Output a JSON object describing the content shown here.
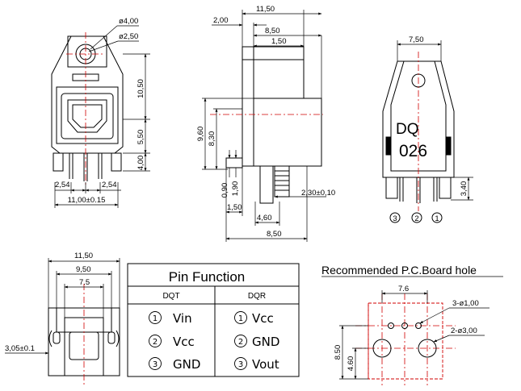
{
  "colors": {
    "line": "#000000",
    "center": "#d00000",
    "board": "#d00000"
  },
  "front_view": {
    "dim_hole_outer": "ø4,00",
    "dim_hole_inner": "ø2,50",
    "dim_height_upper": "10,50",
    "dim_height_lower": "5,50",
    "dim_leg": "4,00",
    "dim_pin_left": "2,54",
    "dim_pin_right": "2,54",
    "dim_width": "11,00±0.15"
  },
  "side_view": {
    "dim_total_depth": "11,50",
    "dim_flange": "2,00",
    "dim_body_depth": "8,50",
    "dim_front_step": "1,50",
    "dim_height": "9,60",
    "dim_body_height": "8,30",
    "dim_pin_a": "0,90",
    "dim_pin_b": "1,90",
    "dim_pin_pitch": "2,30±0,10",
    "dim_bottom_1": "1,50",
    "dim_bottom_2": "4,60",
    "dim_bottom_3": "8,50"
  },
  "rear_view": {
    "dim_width": "7,50",
    "dim_pin_len": "3,40",
    "marking_line1": "DQ",
    "marking_line2": "026",
    "pin_labels": [
      "3",
      "2",
      "1"
    ]
  },
  "bottom_view": {
    "dim_outer": "11,50",
    "dim_mid": "9,50",
    "dim_inner": "7.5",
    "dim_height": "3,05±0.1"
  },
  "pin_function": {
    "title": "Pin Function",
    "columns": [
      "DQT",
      "DQR"
    ],
    "rows": [
      {
        "n1": "1",
        "dqt": "Vin",
        "n2": "1",
        "dqr": "Vcc"
      },
      {
        "n1": "2",
        "dqt": "Vcc",
        "n2": "2",
        "dqr": "GND"
      },
      {
        "n1": "3",
        "dqt": "GND",
        "n2": "3",
        "dqr": "Vout"
      }
    ]
  },
  "pcb": {
    "title": "Recommended P.C.Board hole",
    "dim_width": "7.6",
    "dim_small_holes": "3-ø1,00",
    "dim_large_holes": "2-ø3,00",
    "dim_height": "8.50",
    "dim_offset": "4.60"
  }
}
